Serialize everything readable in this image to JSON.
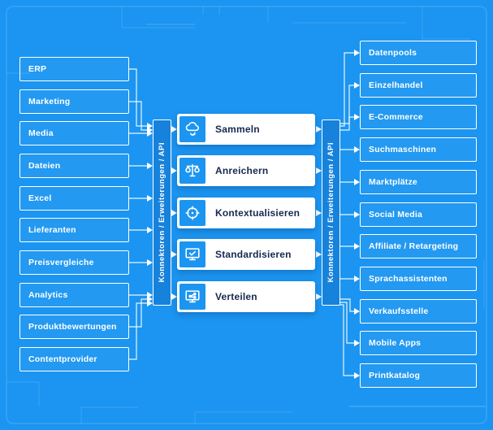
{
  "diagram": {
    "left_sources": [
      "ERP",
      "Marketing",
      "Media",
      "Dateien",
      "Excel",
      "Lieferanten",
      "Preisvergleiche",
      "Analytics",
      "Produktbewertungen",
      "Contentprovider"
    ],
    "right_channels": [
      "Datenpools",
      "Einzelhandel",
      "E-Commerce",
      "Suchmaschinen",
      "Marktplätze",
      "Social Media",
      "Affiliate / Retargeting",
      "Sprachassistenten",
      "Verkaufsstelle",
      "Mobile Apps",
      "Printkatalog"
    ],
    "connector_label": "Konnektoren / Erweiterungen / API",
    "process_steps": [
      {
        "label": "Sammeln",
        "icon": "cloud-sync-icon"
      },
      {
        "label": "Anreichern",
        "icon": "scales-icon"
      },
      {
        "label": "Kontextualisieren",
        "icon": "target-icon"
      },
      {
        "label": "Standardisieren",
        "icon": "monitor-check-icon"
      },
      {
        "label": "Verteilen",
        "icon": "monitor-share-icon"
      }
    ],
    "colors": {
      "background": "#1b95f1",
      "node_border": "#ffffff",
      "step_text": "#17294e",
      "accent": "#1b95f1",
      "wire": "#ffffff"
    }
  }
}
